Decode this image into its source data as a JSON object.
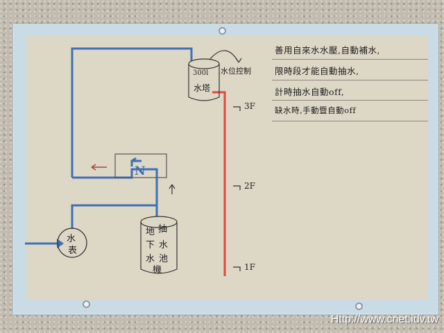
{
  "notes": [
    "善用自來水水壓,自動補水,",
    "限時段才能自動抽水,",
    "計時抽水自動off,",
    "缺水時,手動暨自動off"
  ],
  "tower_label": [
    "300l",
    "水塔"
  ],
  "level_control_label": "水位控制",
  "floor_labels": [
    "3F",
    "2F",
    "1F"
  ],
  "meter_label": [
    "水",
    "表"
  ],
  "cistern_label": [
    "地",
    "抽",
    "下",
    "水",
    "水",
    "池",
    "機"
  ],
  "pump_letter": "N",
  "watermark": "Http://www.cnet.idv.tw",
  "colors": {
    "supply_pipe": "#3f6fb5",
    "feed_pipe": "#e0483c",
    "pencil": "#333333"
  }
}
